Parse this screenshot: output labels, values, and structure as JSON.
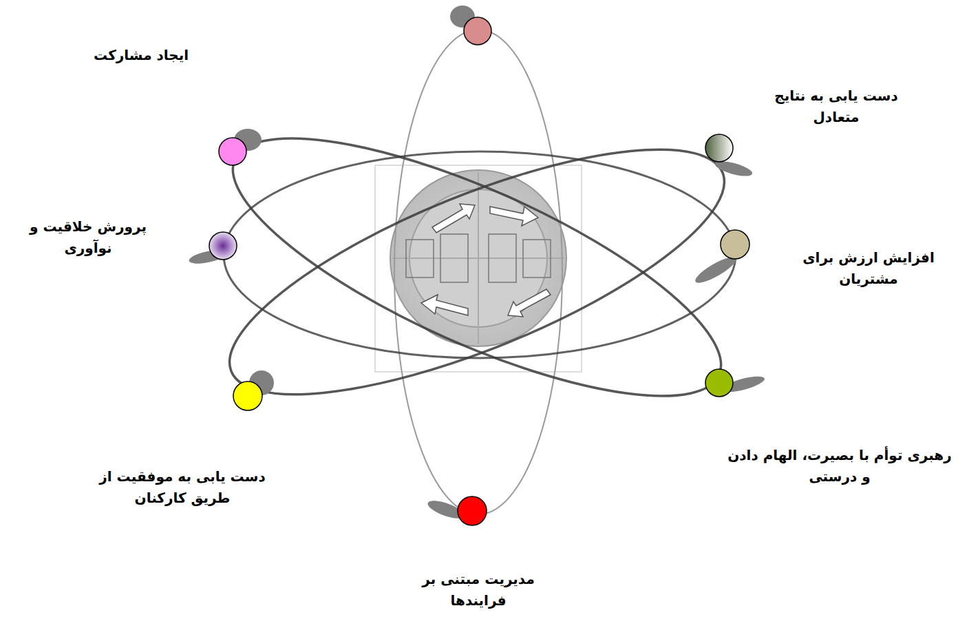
{
  "diagram": {
    "labels": [
      "ایجاد مشارکت",
      "دست یابی به نتایج متعادل",
      "پرورش خلاقیت و نوآوری",
      "افزایش ارزش برای مشتریان",
      "رهبری توأم با بصیرت، الهام دادن و درستی",
      "دست یابی به موفقیت از طریق کارکنان",
      "مدیریت مبتنی بر فرایندها"
    ]
  }
}
